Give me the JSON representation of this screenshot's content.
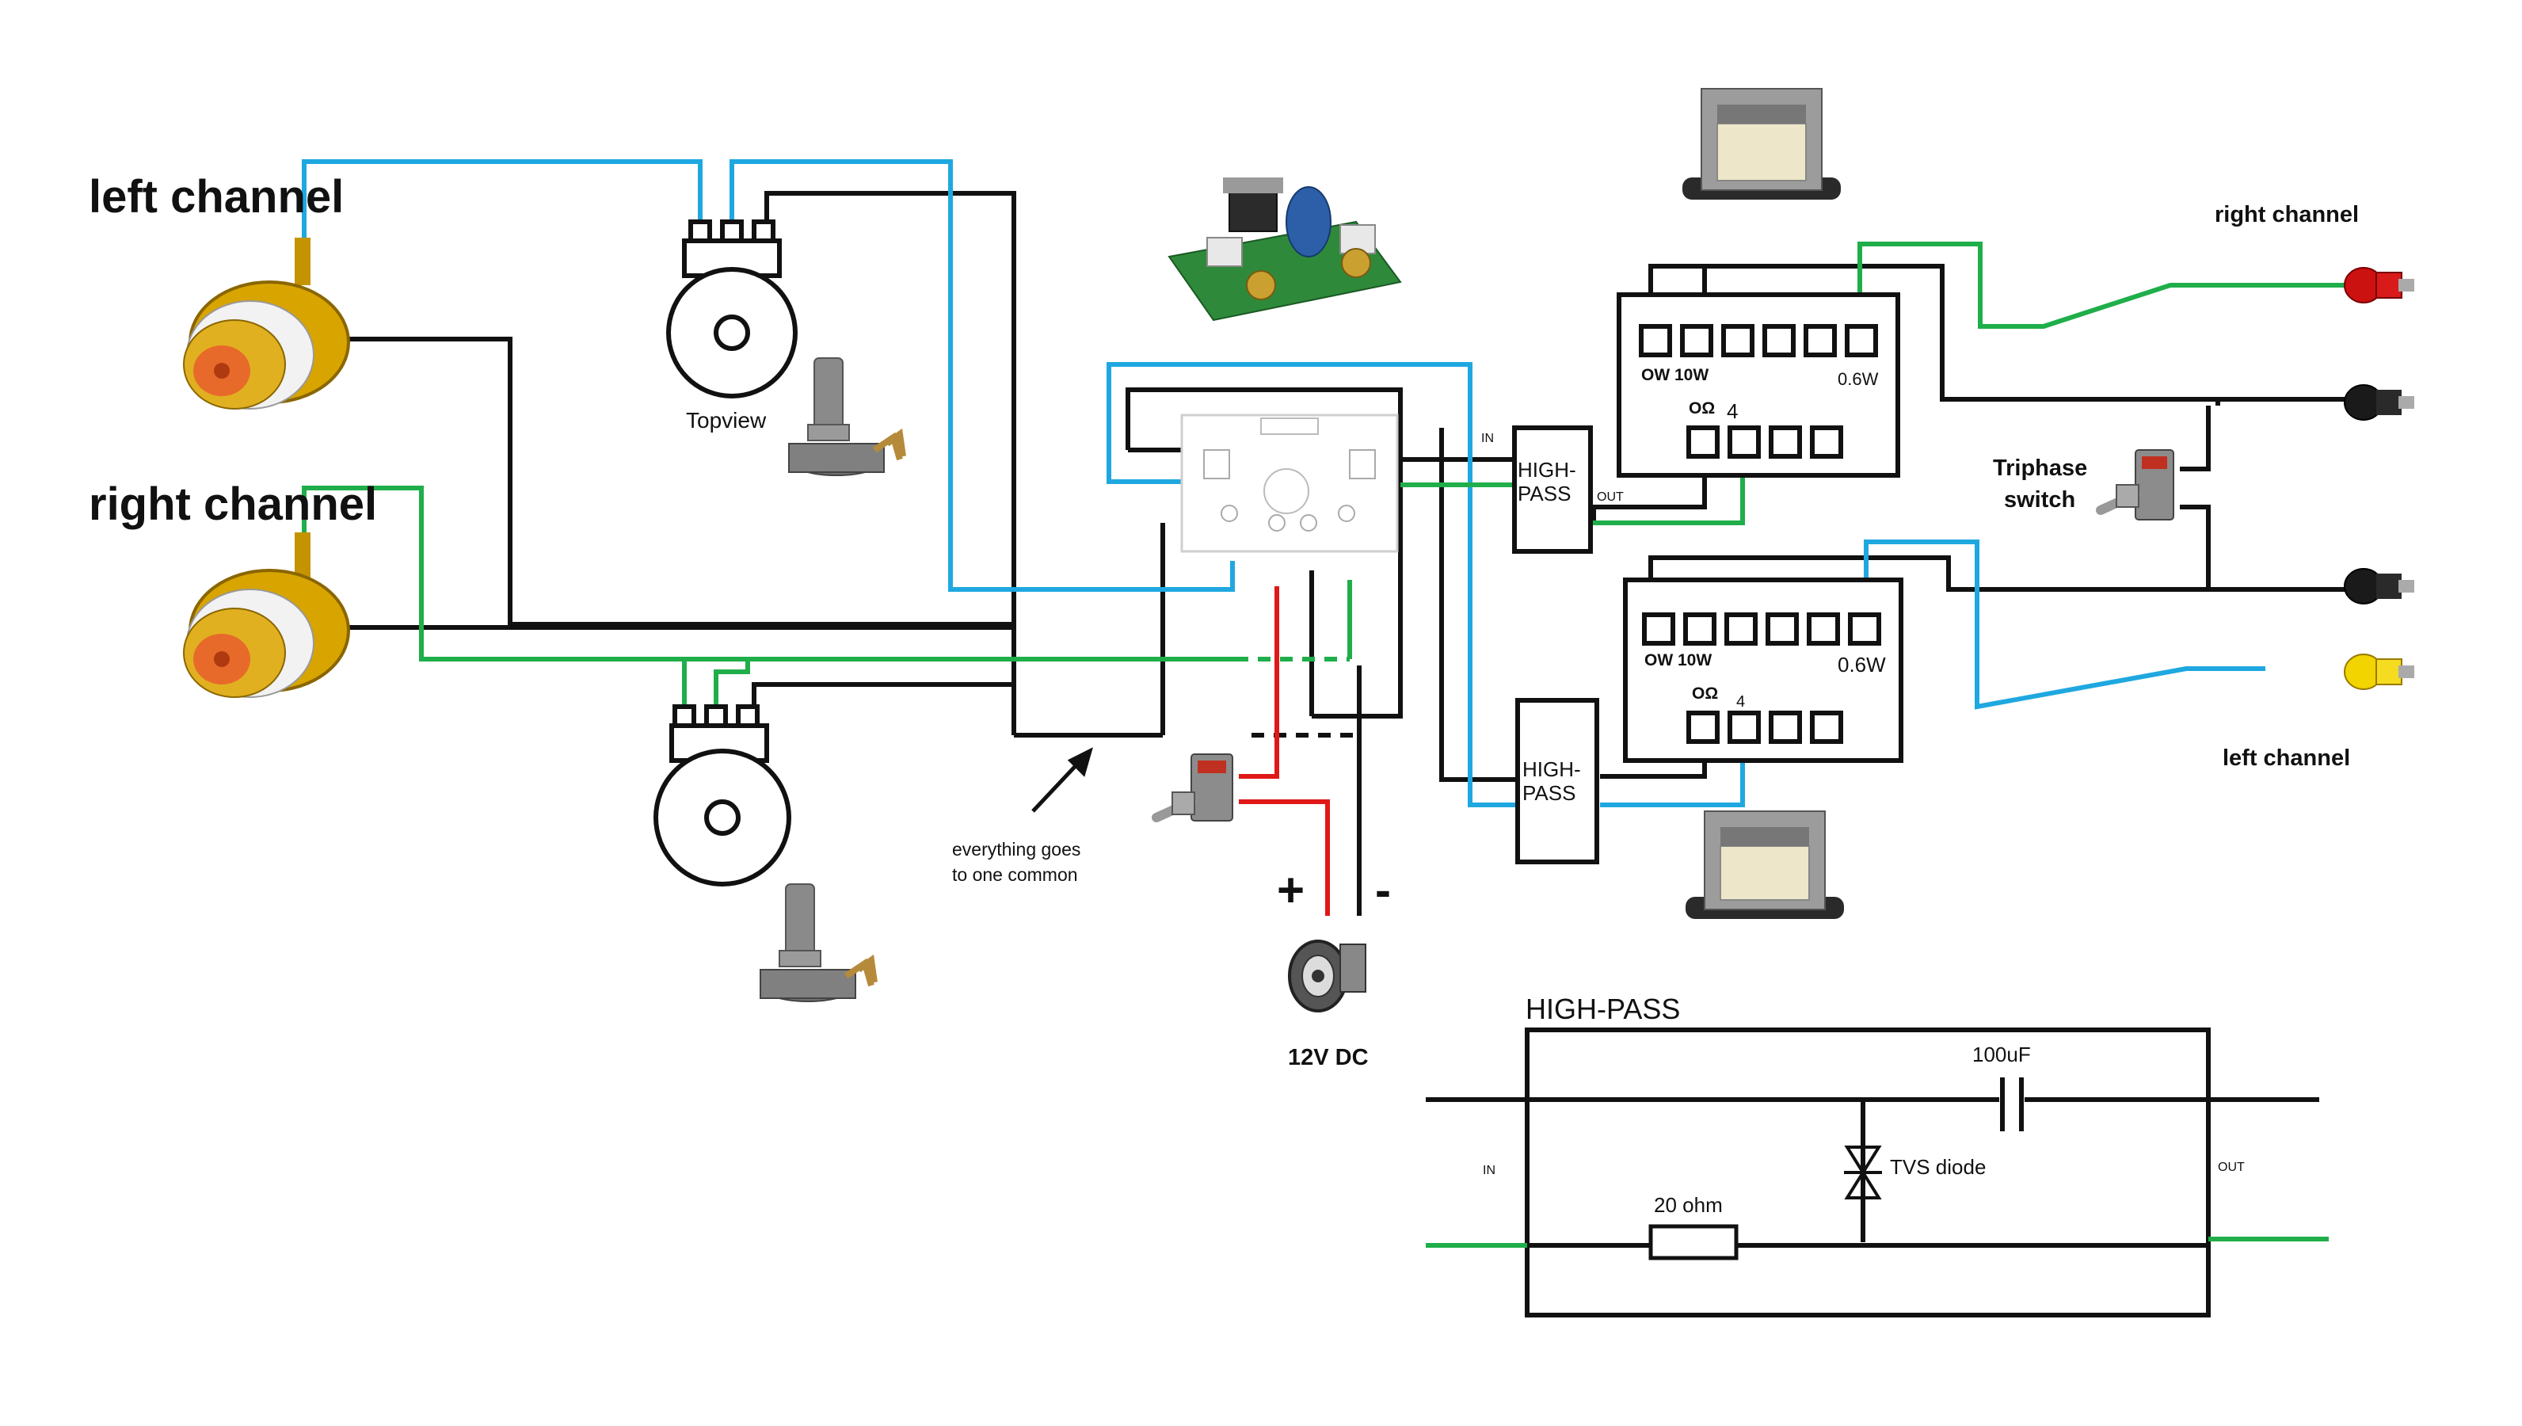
{
  "labels": {
    "left_channel_in": "left channel",
    "right_channel_in": "right channel",
    "topview": "Topview",
    "common_note_line1": "everything goes",
    "common_note_line2": "to one common",
    "plus": "+",
    "minus": "-",
    "dc_jack": "12V DC",
    "in_small": "IN",
    "out_small": "OUT",
    "highpass_block": "HIGH-",
    "highpass_block2": "PASS",
    "ow10w_top": "OW 10W",
    "w06_top": "0.6W",
    "ohm_top": "OΩ",
    "four_top": "4",
    "ow10w_bot": "OW 10W",
    "w06_bot": "0.6W",
    "ohm_bot": "OΩ",
    "four_bot": "4",
    "right_channel_out": "right channel",
    "left_channel_out": "left channel",
    "triphase_line1": "Triphase",
    "triphase_line2": "switch",
    "hp_title": "HIGH-PASS",
    "hp_cap": "100uF",
    "hp_tvs": "TVS diode",
    "hp_res": "20 ohm",
    "hp_in": "IN",
    "hp_out": "OUT"
  },
  "colors": {
    "wire_black": "#111111",
    "wire_blue": "#1fa8e0",
    "wire_green": "#1fae4a",
    "wire_red": "#e01818",
    "rca_gold": "#d8a400",
    "rca_center": "#e86a2a",
    "post_red": "#cc1111",
    "post_yellow": "#f2d400",
    "post_black": "#1a1a1a"
  }
}
